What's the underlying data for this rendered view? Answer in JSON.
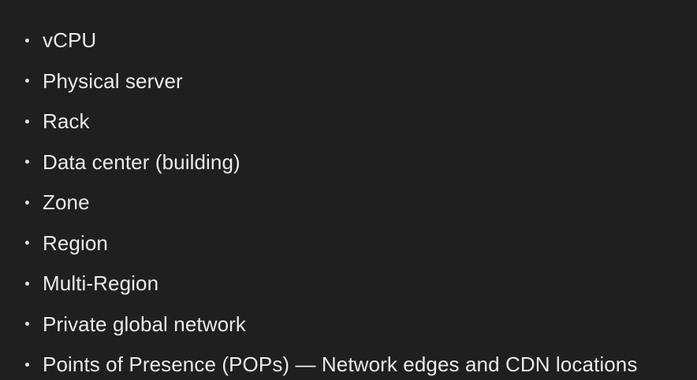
{
  "bullets": [
    {
      "text": "vCPU"
    },
    {
      "text": "Physical server"
    },
    {
      "text": "Rack"
    },
    {
      "text": "Data center (building)"
    },
    {
      "text": "Zone"
    },
    {
      "text": "Region"
    },
    {
      "text": "Multi-Region"
    },
    {
      "text": "Private global network"
    },
    {
      "text": "Points of Presence (POPs) — Network edges and CDN locations"
    }
  ],
  "colors": {
    "background": "#1f1f1f",
    "text": "#ececec"
  }
}
